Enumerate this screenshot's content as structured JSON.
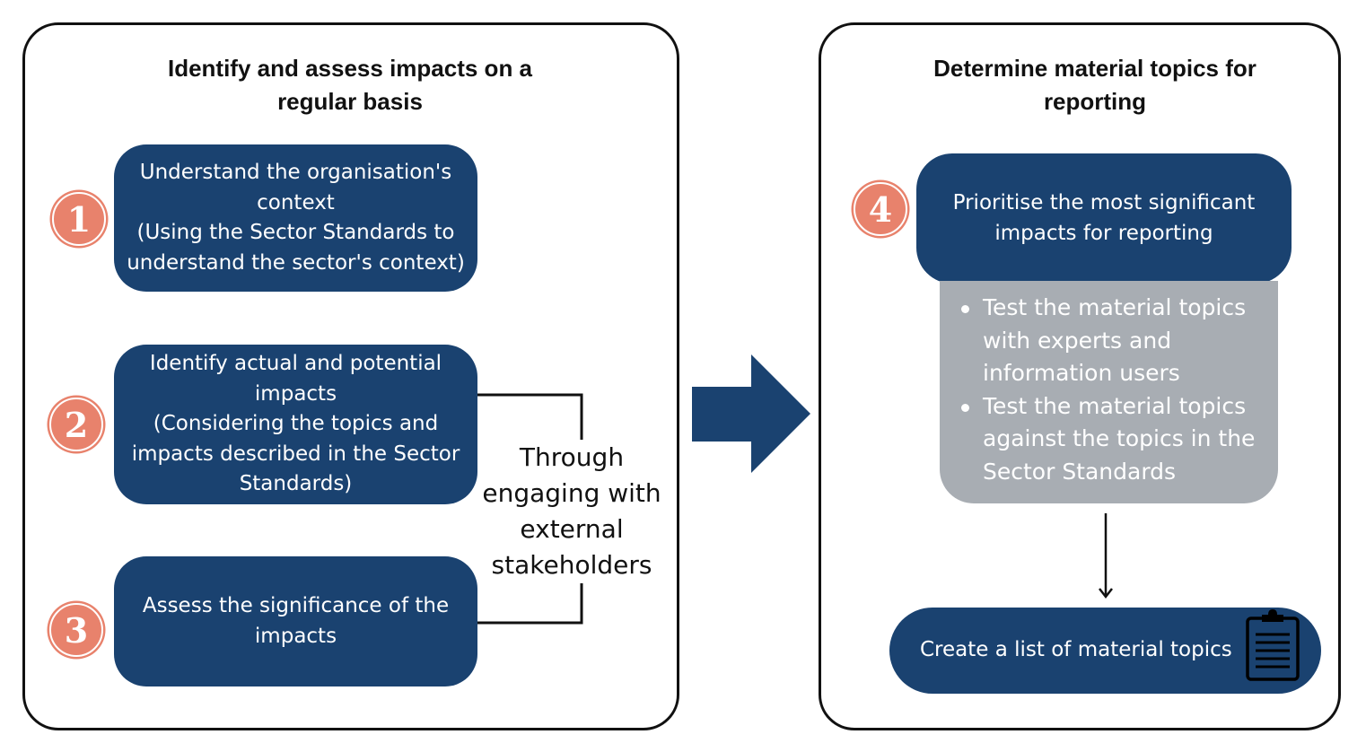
{
  "left_panel": {
    "title": "Identify and assess impacts on a\nregular basis",
    "steps": [
      {
        "number": "1",
        "text": "Understand the organisation's\ncontext\n(Using the Sector Standards to\nunderstand the sector's context)"
      },
      {
        "number": "2",
        "text": "Identify actual and potential\nimpacts\n(Considering the topics and\nimpacts described in the Sector\nStandards)"
      },
      {
        "number": "3",
        "text": "Assess the significance of the\nimpacts"
      }
    ],
    "bracket_label": "Through\nengaging with\nexternal\nstakeholders"
  },
  "right_panel": {
    "title": "Determine material topics for\nreporting",
    "step4": {
      "number": "4",
      "text": "Prioritise the most significant\nimpacts for reporting"
    },
    "tests": [
      "Test the material topics with experts and information users",
      "Test the material topics against the topics in the Sector Standards"
    ],
    "final_text": "Create a list of material topics"
  },
  "colors": {
    "box_navy": "#1a4270",
    "badge_salmon": "#e8826c",
    "tests_gray": "#a8adb3",
    "border": "#111111"
  },
  "icons": [
    "clipboard-icon",
    "right-arrow-icon",
    "down-arrow-icon"
  ]
}
